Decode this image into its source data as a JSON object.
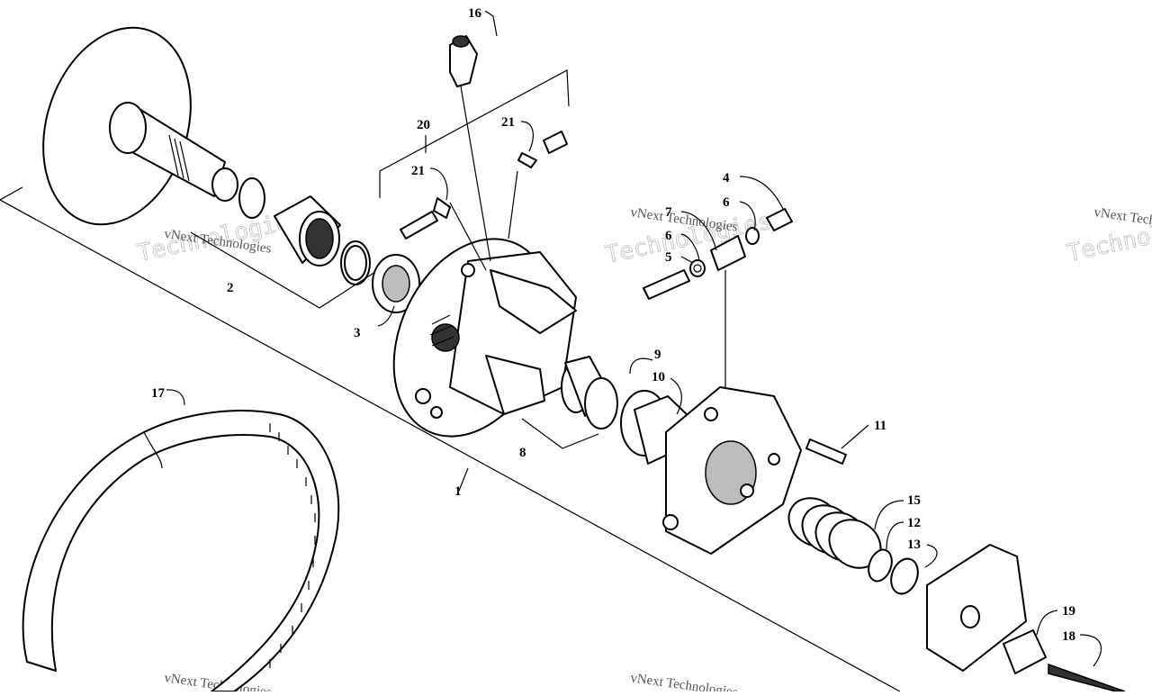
{
  "diagram": {
    "callouts": [
      "1",
      "2",
      "3",
      "4",
      "5",
      "6",
      "6",
      "7",
      "8",
      "9",
      "10",
      "11",
      "12",
      "13",
      "15",
      "16",
      "17",
      "18",
      "19",
      "20",
      "21",
      "21"
    ],
    "watermark_line1": "vNext Technologies",
    "watermark_line2": "Technologies"
  }
}
